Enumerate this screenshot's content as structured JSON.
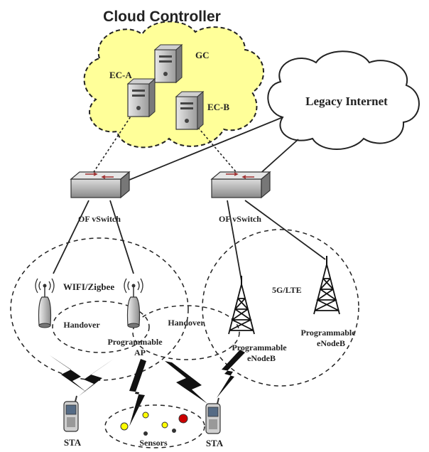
{
  "title": "Cloud Controller",
  "controllers": {
    "gc": "GC",
    "ec_a": "EC-A",
    "ec_b": "EC-B"
  },
  "legacy_internet": "Legacy Internet",
  "switches": {
    "left": "OF vSwitch",
    "right": "OF vSwitch"
  },
  "wireless": {
    "wifi_label": "WIFI/Zigbee",
    "lte_label": "5G/LTE",
    "handover_left": "Handover",
    "handover_right": "Handover",
    "programmable_ap_line1": "Programmable",
    "programmable_ap_line2": "AP",
    "enodeb_a_line1": "Programmable",
    "enodeb_a_line2": "eNodeB",
    "enodeb_b_line1": "Programmable",
    "enodeb_b_line2": "eNodeB"
  },
  "devices": {
    "sta_left": "STA",
    "sta_right": "STA",
    "sensors": "Sensors"
  },
  "colors": {
    "controller_cloud": "#ffff99",
    "sensor_yellow": "#ffff00",
    "sensor_red": "#cc0000",
    "sensor_dark": "#333333"
  }
}
